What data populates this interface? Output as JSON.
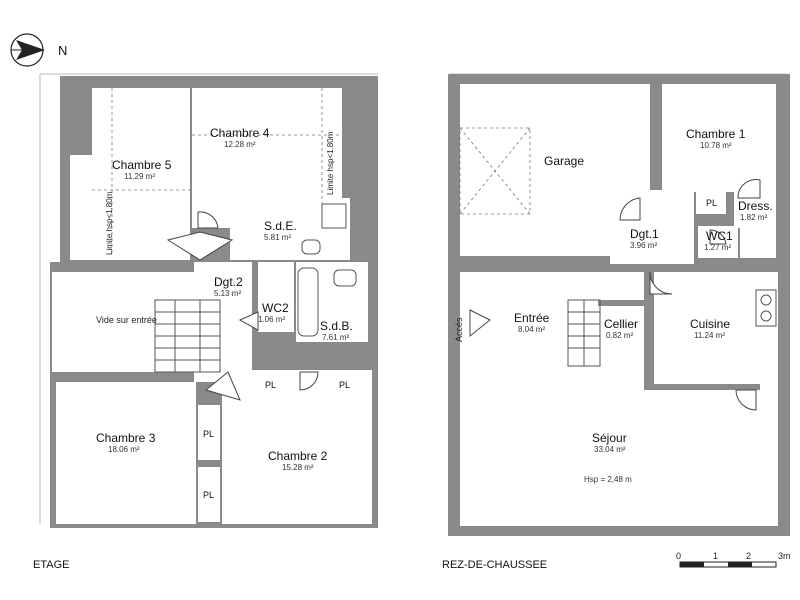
{
  "compass": {
    "label": "N"
  },
  "etage": {
    "caption": "ETAGE",
    "rooms": {
      "chambre5": {
        "name": "Chambre 5",
        "area": "11.29 m²"
      },
      "chambre4": {
        "name": "Chambre 4",
        "area": "12.28 m²"
      },
      "sde": {
        "name": "S.d.E.",
        "area": "5.81 m²"
      },
      "dgt2": {
        "name": "Dgt.2",
        "area": "5.13 m²"
      },
      "wc2": {
        "name": "WC2",
        "area": "1.06 m²"
      },
      "sdb": {
        "name": "S.d.B.",
        "area": "7.61 m²"
      },
      "vide": {
        "name": "Vide sur entrée"
      },
      "chambre3": {
        "name": "Chambre 3",
        "area": "18.06 m²"
      },
      "chambre2": {
        "name": "Chambre 2",
        "area": "15.28 m²"
      }
    },
    "limits": [
      "Limite hsp<1.80m",
      "Limite hsp<1.80m"
    ],
    "closets": [
      "PL",
      "PL",
      "PL",
      "PL"
    ]
  },
  "rdc": {
    "caption": "REZ-DE-CHAUSSEE",
    "rooms": {
      "garage": {
        "name": "Garage"
      },
      "chambre1": {
        "name": "Chambre 1",
        "area": "10.78 m²"
      },
      "dress": {
        "name": "Dress.",
        "area": "1.82 m²"
      },
      "wc1": {
        "name": "WC1",
        "area": "1.27 m²"
      },
      "dgt1": {
        "name": "Dgt.1",
        "area": "3.96 m²"
      },
      "entree": {
        "name": "Entrée",
        "area": "8.04 m²"
      },
      "cellier": {
        "name": "Cellier",
        "area": "0.82 m²"
      },
      "cuisine": {
        "name": "Cuisine",
        "area": "11.24 m²"
      },
      "sejour": {
        "name": "Séjour",
        "area": "33.04 m²",
        "note": "Hsp = 2,48 m"
      }
    },
    "acces": "Accès",
    "closets": [
      "PL"
    ]
  },
  "scale": {
    "ticks": [
      "0",
      "1",
      "2",
      "3m"
    ]
  }
}
